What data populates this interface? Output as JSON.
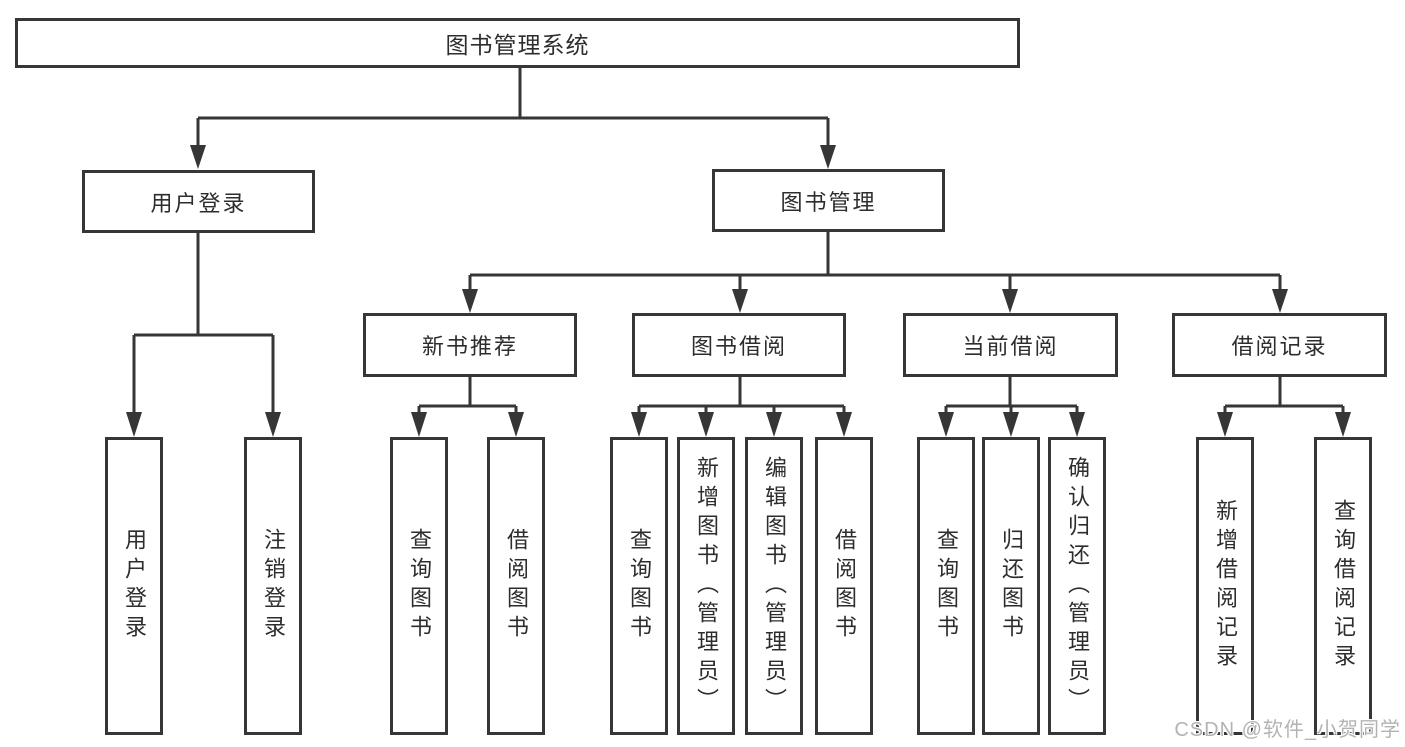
{
  "diagram": {
    "root": {
      "label": "图书管理系统"
    },
    "branches": [
      {
        "label": "用户登录",
        "leaves": [
          {
            "label": "用户登录"
          },
          {
            "label": "注销登录"
          }
        ]
      },
      {
        "label": "图书管理",
        "sections": [
          {
            "label": "新书推荐",
            "leaves": [
              {
                "label": "查询图书"
              },
              {
                "label": "借阅图书"
              }
            ]
          },
          {
            "label": "图书借阅",
            "leaves": [
              {
                "label": "查询图书"
              },
              {
                "label": "新增图书（管理员）"
              },
              {
                "label": "编辑图书（管理员）"
              },
              {
                "label": "借阅图书"
              }
            ]
          },
          {
            "label": "当前借阅",
            "leaves": [
              {
                "label": "查询图书"
              },
              {
                "label": "归还图书"
              },
              {
                "label": "确认归还（管理员）"
              }
            ]
          },
          {
            "label": "借阅记录",
            "leaves": [
              {
                "label": "新增借阅记录"
              },
              {
                "label": "查询借阅记录"
              }
            ]
          }
        ]
      }
    ]
  },
  "watermark": "CSDN @软件_小贺同学",
  "colors": {
    "line": "#363636",
    "text": "#2d2d2d",
    "watermark": "#b3b3b3",
    "background": "#ffffff"
  }
}
